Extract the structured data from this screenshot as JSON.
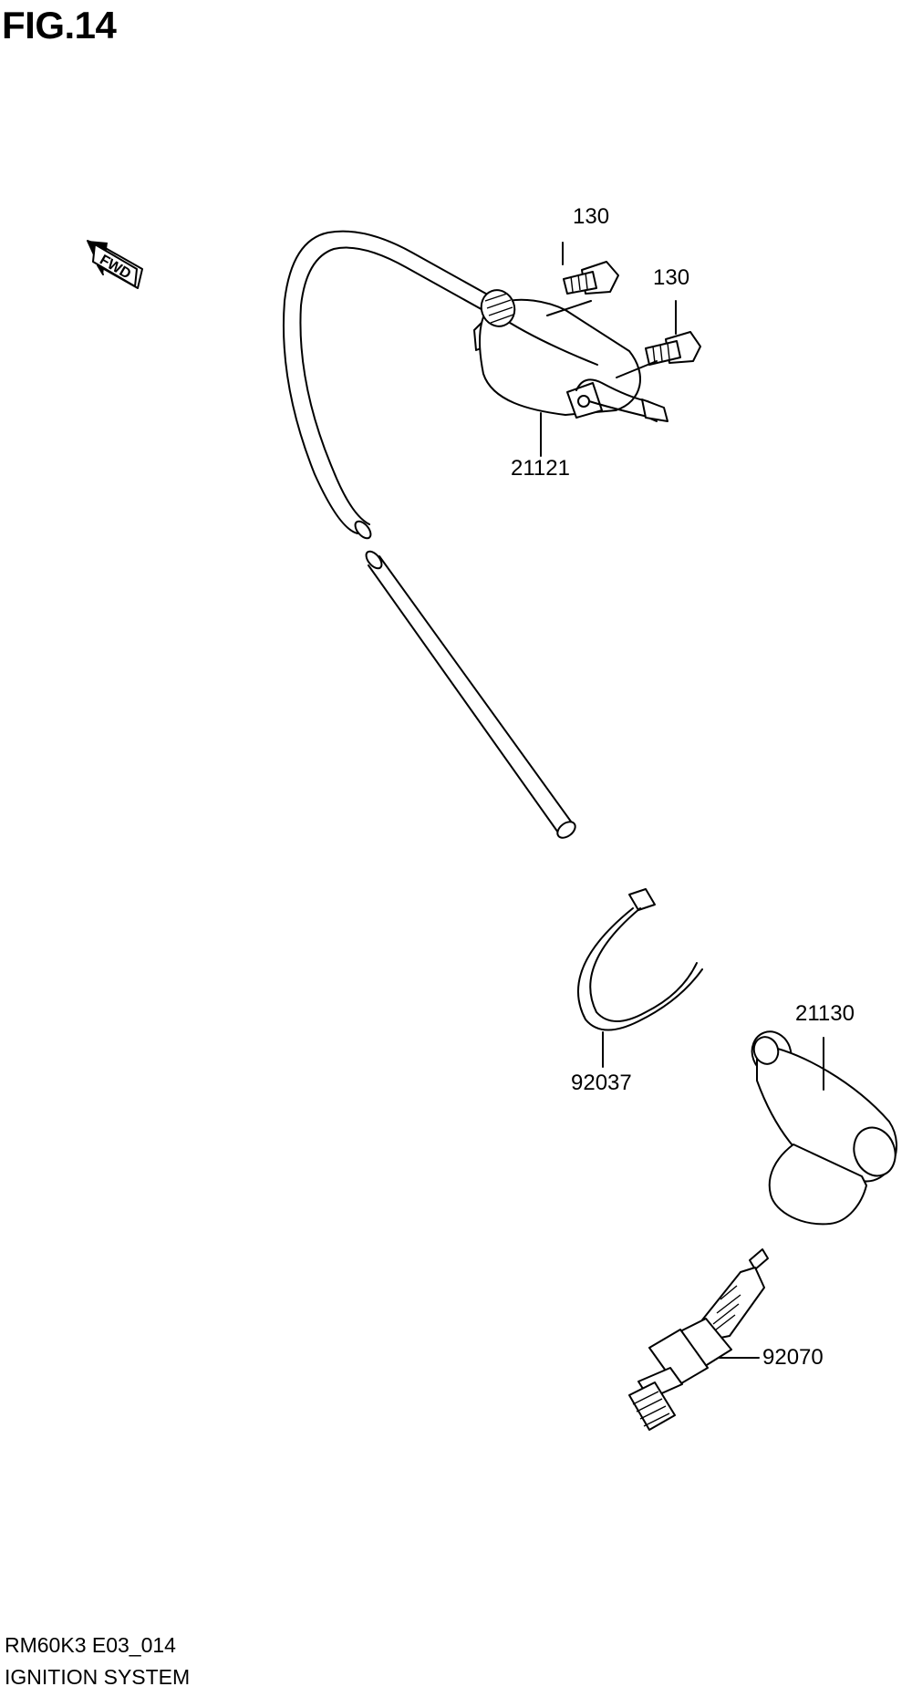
{
  "figure": {
    "title": "FIG.14"
  },
  "fwd_arrow": {
    "label": "FWD",
    "icon": "fwd-arrow-icon"
  },
  "parts": [
    {
      "id": "bolt-upper",
      "number": "130"
    },
    {
      "id": "bolt-lower",
      "number": "130"
    },
    {
      "id": "ignition-coil",
      "number": "21121"
    },
    {
      "id": "clamp",
      "number": "92037"
    },
    {
      "id": "plug-cap",
      "number": "21130"
    },
    {
      "id": "spark-plug",
      "number": "92070"
    }
  ],
  "footer": {
    "code": "RM60K3 E03_014",
    "section": "IGNITION SYSTEM"
  }
}
